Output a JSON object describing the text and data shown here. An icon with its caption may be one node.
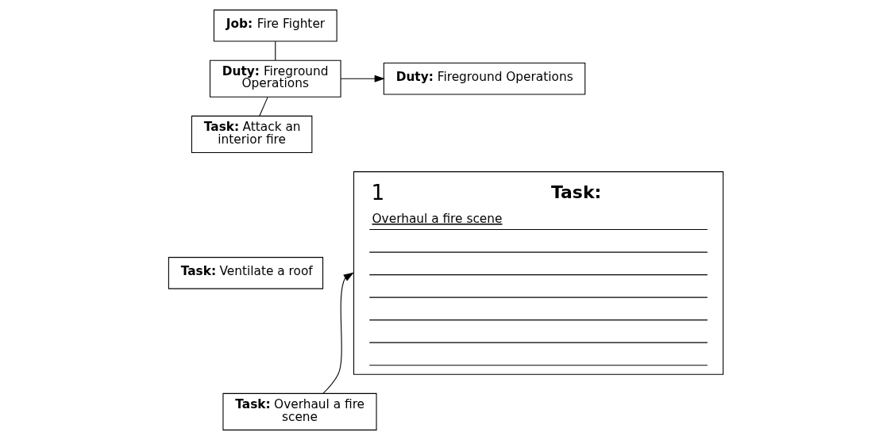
{
  "diagram": {
    "nodes": [
      {
        "text": [
          "**Job:** Fire Fighter"
        ]
      },
      {
        "text": [
          "**Duty:** Fireground Operations"
        ]
      },
      {
        "text": [
          "**Task:** Attack an interior fire"
        ]
      },
      {
        "text": [
          "**Task:** Ventilate a roof"
        ]
      },
      {
        "text": [
          "**Task:** Overhaul a fire scene"
        ]
      },
      {
        "text": [
          "**Duty:** Fireground Operations"
        ]
      },
      {
        "text": [
          "1",
          "Task:",
          "Overhaul a fire scene"
        ]
      }
    ],
    "edges": [
      {
        "from": 0,
        "to": 1,
        "arrow": "none"
      },
      {
        "from": 1,
        "to": 2,
        "arrow": "none"
      },
      {
        "from": 1,
        "to": 5,
        "arrow": "to"
      },
      {
        "from": 4,
        "to": 6,
        "arrow": "to"
      }
    ]
  }
}
